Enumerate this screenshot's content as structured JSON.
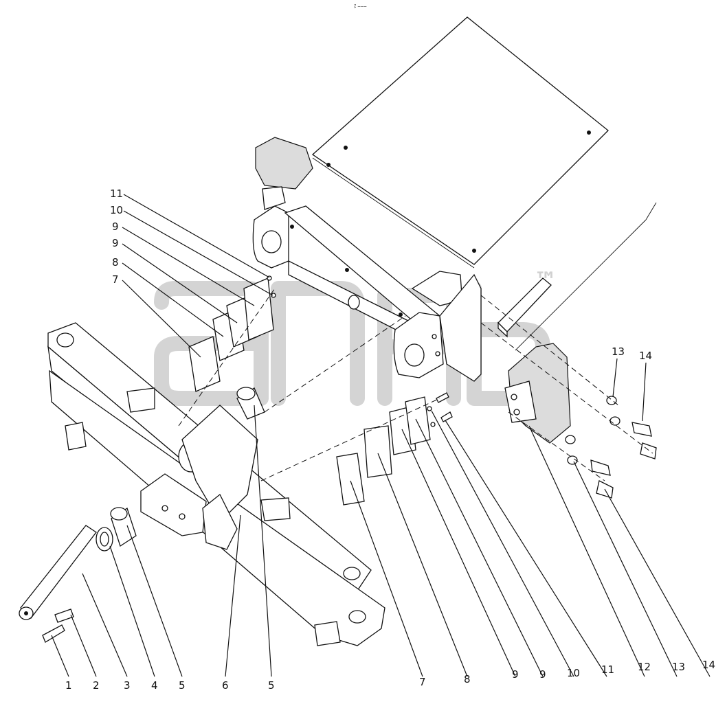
{
  "diagram": {
    "header_mark": "⁒ ‒‒‒",
    "watermark_tm": "™",
    "callouts": [
      {
        "id": "c1",
        "text": "1"
      },
      {
        "id": "c2",
        "text": "2"
      },
      {
        "id": "c3",
        "text": "3"
      },
      {
        "id": "c4",
        "text": "4"
      },
      {
        "id": "c5a",
        "text": "5"
      },
      {
        "id": "c6",
        "text": "6"
      },
      {
        "id": "c5b",
        "text": "5"
      },
      {
        "id": "c7b",
        "text": "7"
      },
      {
        "id": "c8b",
        "text": "8"
      },
      {
        "id": "c9c",
        "text": "9"
      },
      {
        "id": "c9d",
        "text": "9"
      },
      {
        "id": "c10b",
        "text": "10"
      },
      {
        "id": "c11b",
        "text": "11"
      },
      {
        "id": "c12",
        "text": "12"
      },
      {
        "id": "c13b",
        "text": "13"
      },
      {
        "id": "c14b",
        "text": "14"
      },
      {
        "id": "c11a",
        "text": "11"
      },
      {
        "id": "c10a",
        "text": "10"
      },
      {
        "id": "c9a",
        "text": "9"
      },
      {
        "id": "c9b",
        "text": "9"
      },
      {
        "id": "c8a",
        "text": "8"
      },
      {
        "id": "c7a",
        "text": "7"
      },
      {
        "id": "c13a",
        "text": "13"
      },
      {
        "id": "c14a",
        "text": "14"
      }
    ]
  }
}
